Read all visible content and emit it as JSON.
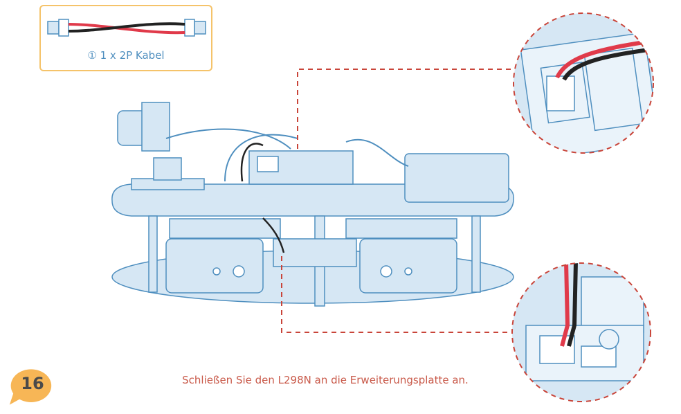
{
  "parts": {
    "cable_label": "① 1 x 2P Kabel"
  },
  "caption": "Schließen Sie den L298N an die Erweiterungsplatte an.",
  "step": {
    "number": "16"
  },
  "colors": {
    "line": "#4f8fbf",
    "fill": "#d6e7f4",
    "callout": "#c9453a",
    "badge": "#f7b656",
    "box_border": "#f5c36a",
    "wire_red": "#e03a4a",
    "wire_black": "#222222"
  }
}
